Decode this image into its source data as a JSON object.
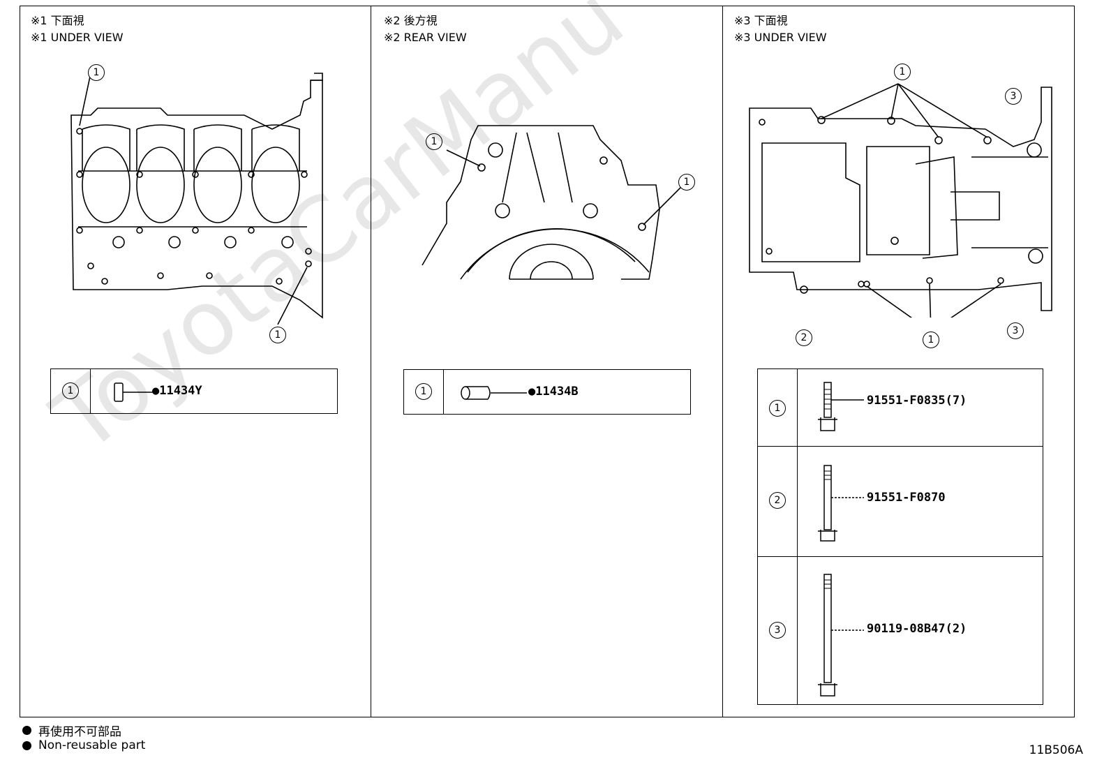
{
  "views": [
    {
      "title_jp": "※1 下面視",
      "title_en": "※1 UNDER VIEW"
    },
    {
      "title_jp": "※2 後方視",
      "title_en": "※2 REAR VIEW"
    },
    {
      "title_jp": "※3 下面視",
      "title_en": "※3 UNDER VIEW"
    }
  ],
  "diagram_callouts": {
    "view1": [
      "1",
      "1"
    ],
    "view2": [
      "1",
      "1"
    ],
    "view3": [
      "1",
      "3",
      "3",
      "2",
      "1"
    ]
  },
  "parts_tables": [
    {
      "rows": [
        {
          "num": "1",
          "part_no": "●11434Y",
          "non_reusable": true
        }
      ]
    },
    {
      "rows": [
        {
          "num": "1",
          "part_no": "●11434B",
          "non_reusable": true
        }
      ]
    },
    {
      "rows": [
        {
          "num": "1",
          "part_no": "91551-F0835(7)"
        },
        {
          "num": "2",
          "part_no": "91551-F0870"
        },
        {
          "num": "3",
          "part_no": "90119-08B47(2)"
        }
      ]
    }
  ],
  "legend": {
    "jp": "再使用不可部品",
    "en": "Non-reusable part"
  },
  "figure_code": "11B506A",
  "watermark": "ToyotaCarManu",
  "icons": {
    "bullet": "filled-circle",
    "dowel": "dowel-pin-icon",
    "bolt": "flange-bolt-icon"
  }
}
